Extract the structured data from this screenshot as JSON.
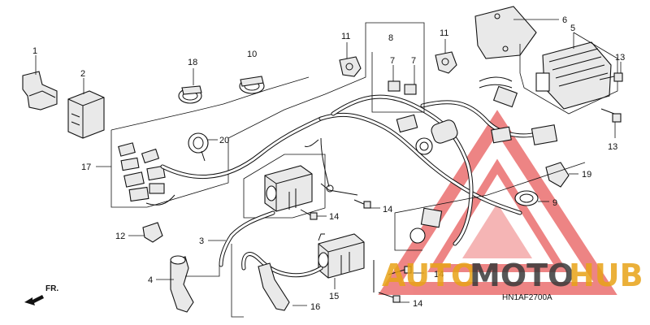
{
  "diagram": {
    "callouts": [
      {
        "id": "1",
        "label": "1"
      },
      {
        "id": "2",
        "label": "2"
      },
      {
        "id": "3",
        "label": "3"
      },
      {
        "id": "4",
        "label": "4"
      },
      {
        "id": "5",
        "label": "5"
      },
      {
        "id": "6",
        "label": "6"
      },
      {
        "id": "7a",
        "label": "7"
      },
      {
        "id": "7b",
        "label": "7"
      },
      {
        "id": "8",
        "label": "8"
      },
      {
        "id": "9",
        "label": "9"
      },
      {
        "id": "10",
        "label": "10"
      },
      {
        "id": "11a",
        "label": "11"
      },
      {
        "id": "11b",
        "label": "11"
      },
      {
        "id": "12",
        "label": "12"
      },
      {
        "id": "13a",
        "label": "13"
      },
      {
        "id": "13b",
        "label": "13"
      },
      {
        "id": "14a",
        "label": "14"
      },
      {
        "id": "14b",
        "label": "14"
      },
      {
        "id": "14c",
        "label": "14"
      },
      {
        "id": "14d",
        "label": "14"
      },
      {
        "id": "15",
        "label": "15"
      },
      {
        "id": "16",
        "label": "16"
      },
      {
        "id": "17",
        "label": "17"
      },
      {
        "id": "18",
        "label": "18"
      },
      {
        "id": "19",
        "label": "19"
      },
      {
        "id": "20",
        "label": "20"
      }
    ],
    "front_arrow": "FR.",
    "diagram_code": "HN1AF2700A"
  },
  "watermark": {
    "auto": "AUTO",
    "moto": "MOTO",
    "hub": "HUB",
    "colors": {
      "red": "#e02020",
      "gold": "#e8a317",
      "dark": "#3a3a3a"
    }
  }
}
